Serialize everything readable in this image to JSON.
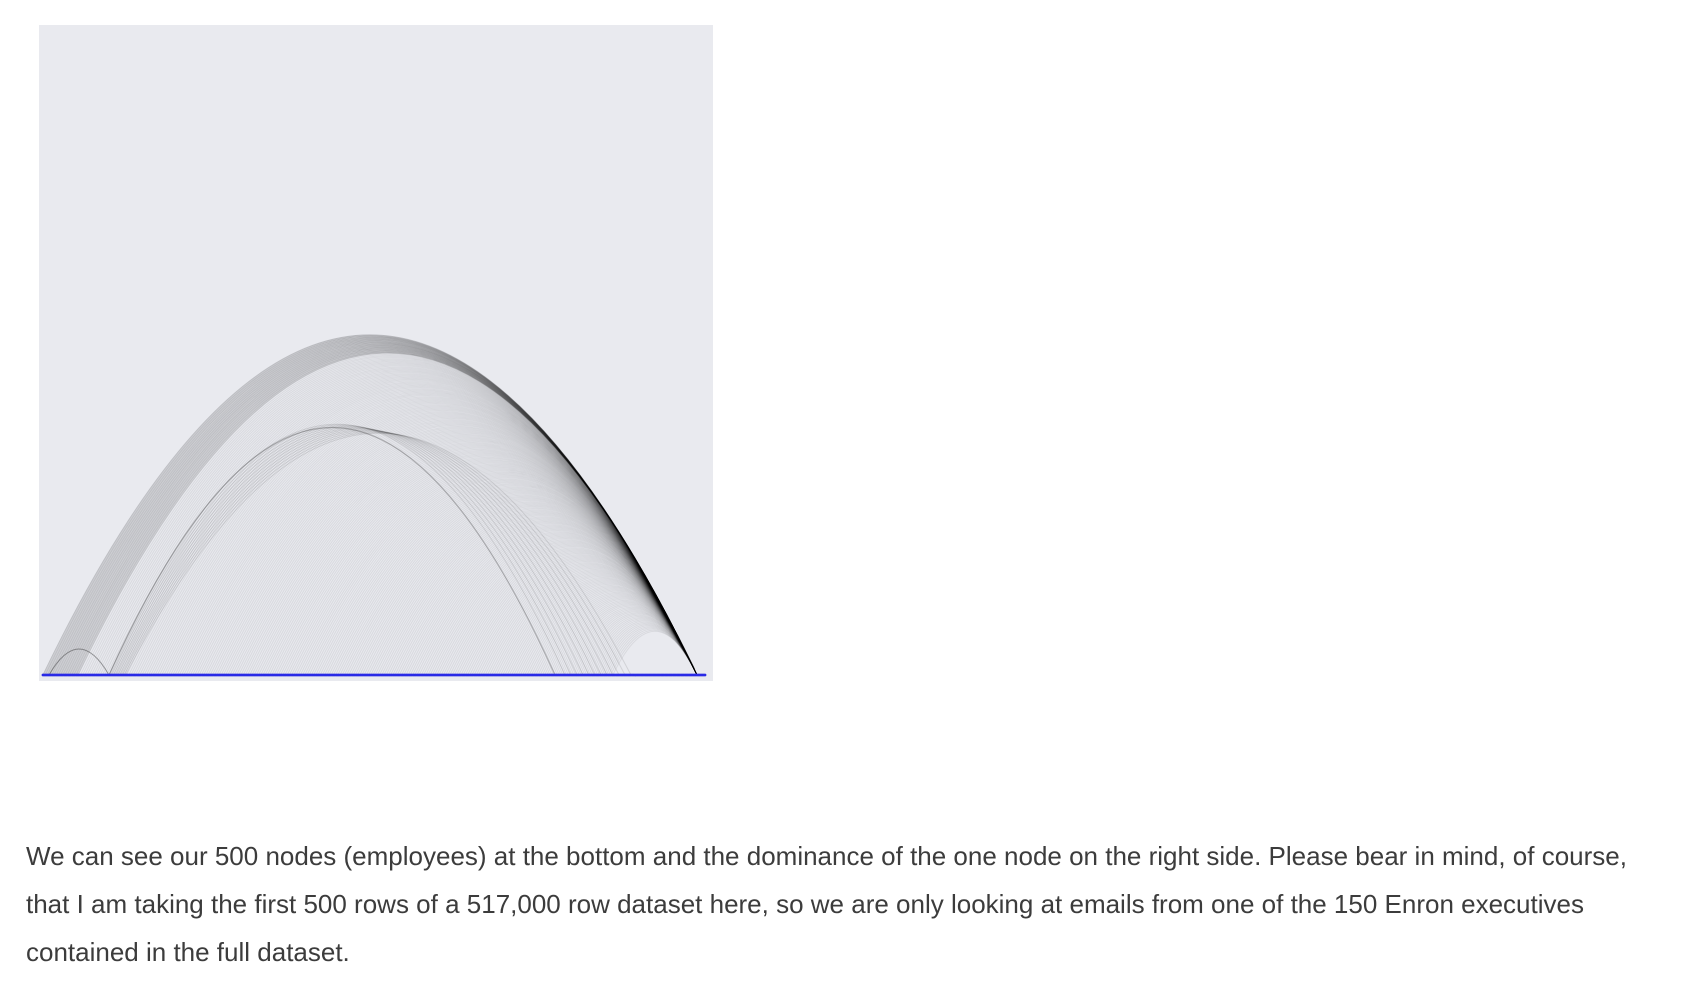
{
  "figure": {
    "type": "arc-diagram",
    "node_count": 500,
    "arc_color": "#000000",
    "node_color": "#2a2ae6",
    "background_color": "#e9eaef"
  },
  "article": {
    "paragraph": "We can see our 500 nodes (employees) at the bottom and the dominance of the one node on the right side. Please bear in mind, of course, that I am taking the first 500 rows of a 517,000 row dataset here, so we are only looking at emails from one of the 150 Enron executives contained in the full dataset."
  }
}
